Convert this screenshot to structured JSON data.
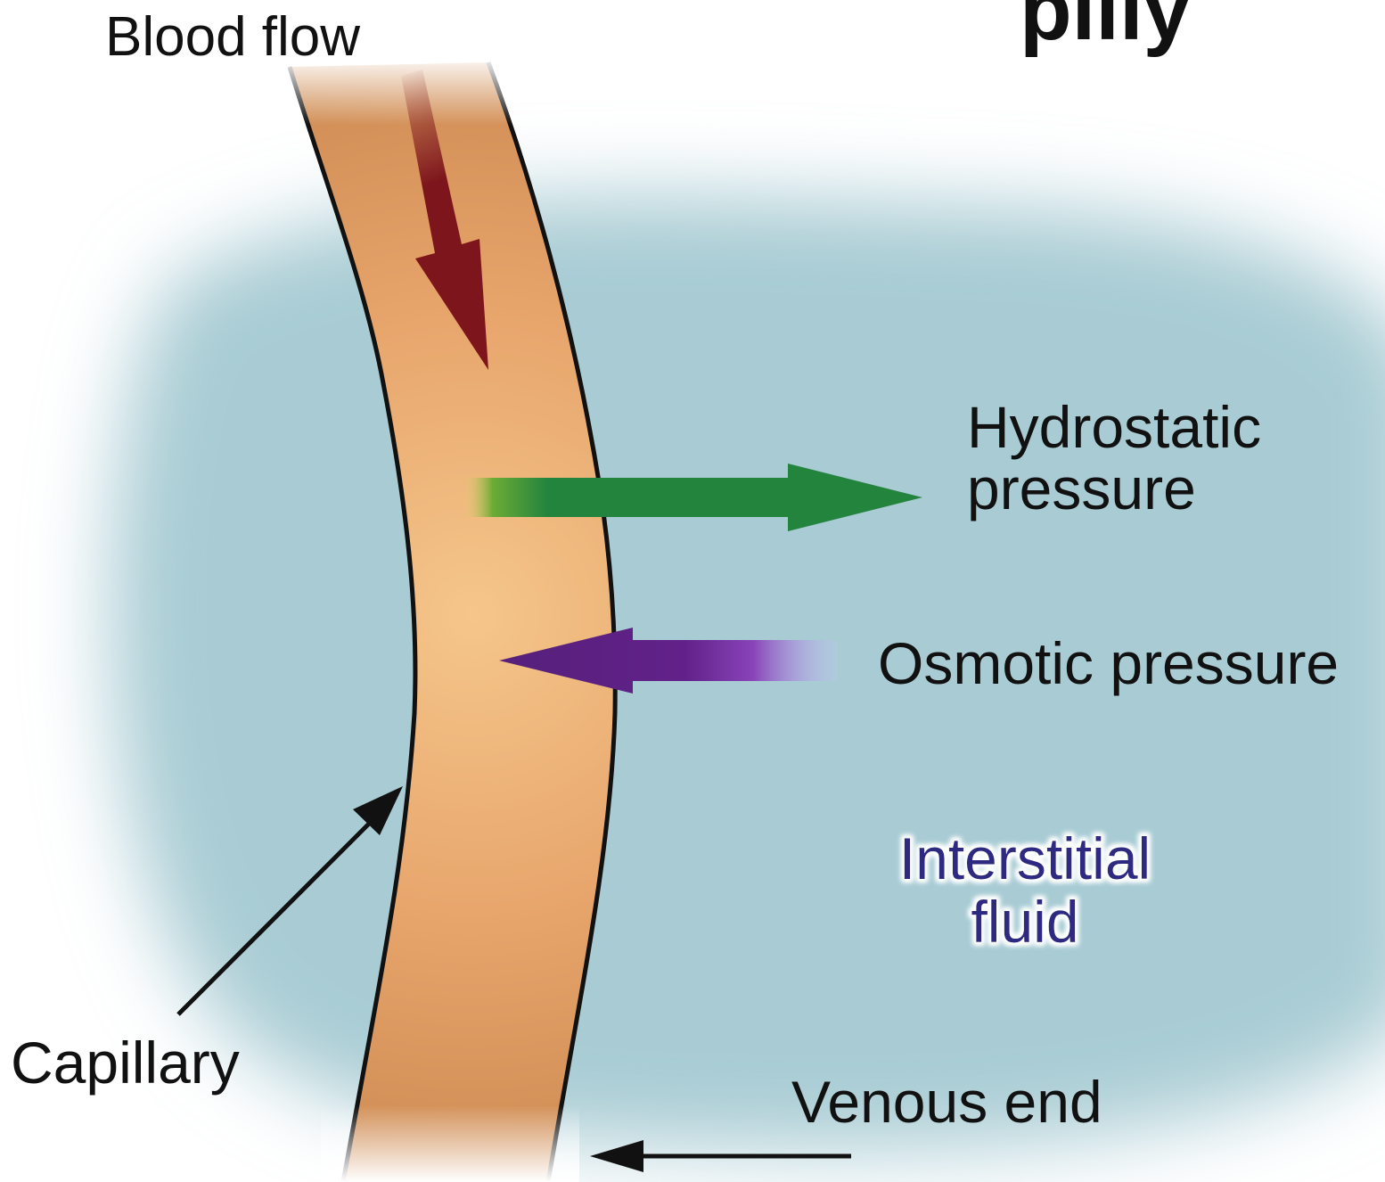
{
  "labels": {
    "title_fragment": "pilly",
    "blood_flow": "Blood flow",
    "hydrostatic_line1": "Hydrostatic",
    "hydrostatic_line2": "pressure",
    "osmotic": "Osmotic pressure",
    "interstitial_line1": "Interstitial",
    "interstitial_line2": "fluid",
    "capillary": "Capillary",
    "venous_end": "Venous end"
  },
  "colors": {
    "fluid": "#a9ccd4",
    "capillary_light": "#f5c68a",
    "capillary_dark": "#cf8d55",
    "blood_flow_arrow": "#7d161c",
    "hydrostatic_arrow": "#23843e",
    "osmotic_arrow": "#5b2180",
    "interstitial_text": "#2e2a82",
    "outline": "#111111"
  }
}
